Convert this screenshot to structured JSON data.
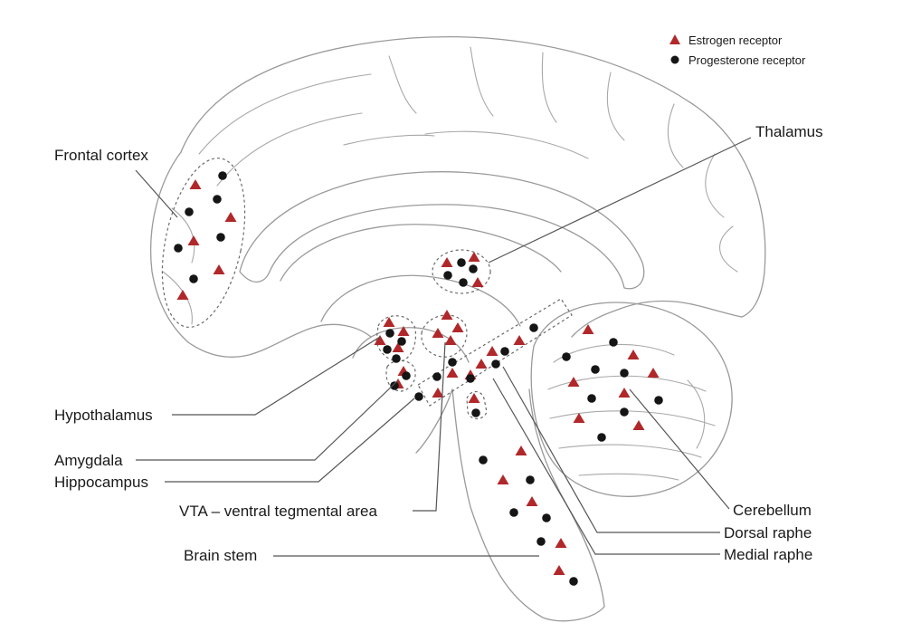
{
  "legend": {
    "estrogen": {
      "label": "Estrogen receptor",
      "color": "#b0282a",
      "icon": "triangle-icon"
    },
    "progesterone": {
      "label": "Progesterone receptor",
      "color": "#151515",
      "icon": "circle-icon"
    }
  },
  "labels": {
    "frontal_cortex": "Frontal cortex",
    "thalamus": "Thalamus",
    "hypothalamus": "Hypothalamus",
    "amygdala": "Amygdala",
    "hippocampus": "Hippocampus",
    "vta": "VTA – ventral tegmental area",
    "brain_stem": "Brain stem",
    "cerebellum": "Cerebellum",
    "dorsal_raphe": "Dorsal raphe",
    "medial_raphe": "Medial raphe"
  }
}
